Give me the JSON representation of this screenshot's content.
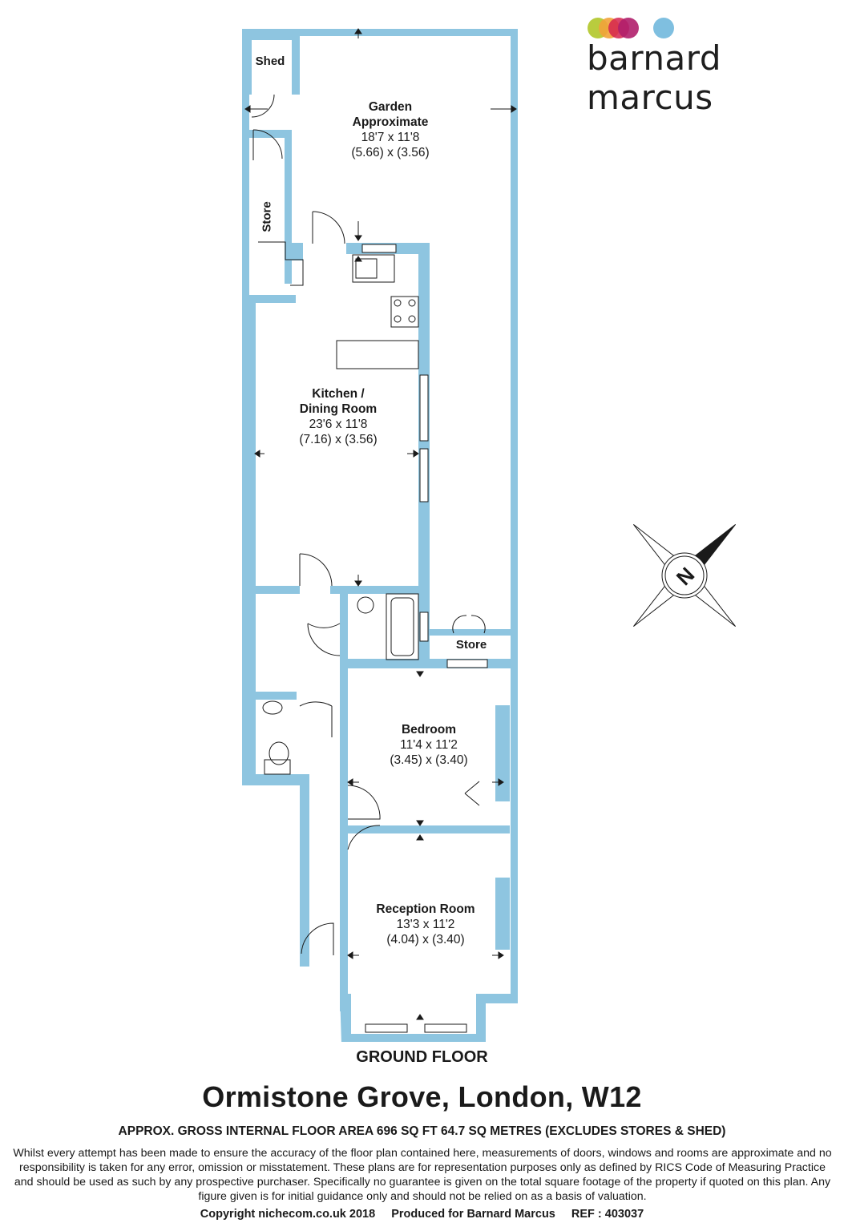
{
  "brand": {
    "name": "barnard marcus",
    "dot_colors": [
      "#b5c934",
      "#f2a33a",
      "#d5234f",
      "#b01f6b",
      "#7fbfe0"
    ]
  },
  "colors": {
    "wall": "#8ec5e0",
    "floor": "#ffffff",
    "line": "#1a1a1a"
  },
  "rooms": {
    "shed": {
      "name": "Shed"
    },
    "garden": {
      "name_line1": "Garden",
      "name_line2": "Approximate",
      "imperial": "18'7 x 11'8",
      "metric": "(5.66) x (3.56)"
    },
    "store_left": {
      "name": "Store"
    },
    "kitchen": {
      "name_line1": "Kitchen /",
      "name_line2": "Dining Room",
      "imperial": "23'6 x 11'8",
      "metric": "(7.16) x (3.56)"
    },
    "store_right": {
      "name": "Store"
    },
    "bedroom": {
      "name": "Bedroom",
      "imperial": "11'4 x 11'2",
      "metric": "(3.45) x (3.40)"
    },
    "reception": {
      "name": "Reception Room",
      "imperial": "13'3 x 11'2",
      "metric": "(4.04) x (3.40)"
    }
  },
  "compass": {
    "letter": "N"
  },
  "floor_name": "GROUND FLOOR",
  "address": "Ormistone Grove, London, W12",
  "area_summary": "APPROX. GROSS INTERNAL FLOOR AREA 696 SQ FT 64.7 SQ METRES (EXCLUDES STORES & SHED)",
  "disclaimer": "Whilst every attempt has been made to ensure the accuracy of the floor plan contained here, measurements of doors, windows and rooms are approximate and no responsibility is taken for any error, omission or misstatement. These plans are for representation purposes only as defined by RICS Code of Measuring Practice and should be used as such by any prospective purchaser.  Specifically no guarantee is given on the total square footage of the property if quoted on this plan. Any figure given is for initial guidance only and should not be relied on as a basis of valuation.",
  "footer": {
    "copyright": "Copyright nichecom.co.uk 2018",
    "produced": "Produced for Barnard Marcus",
    "ref": "REF : 403037"
  }
}
